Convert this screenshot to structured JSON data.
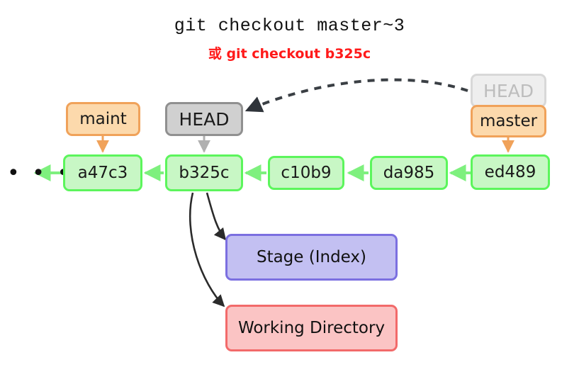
{
  "header": {
    "command": "git checkout master~3",
    "alt_command": "或 git checkout b325c"
  },
  "colors": {
    "commit_fill": "#c8f7c5",
    "commit_border": "#5cf55c",
    "branch_fill": "#fcd9ac",
    "branch_border": "#f0a25a",
    "head_fill": "#d0d0d0",
    "head_border": "#909090",
    "head_ghost_fill": "#eeeeee",
    "head_ghost_border": "#d8d8d8",
    "head_ghost_text": "#bdbdbd",
    "stage_fill": "#c3c0f2",
    "stage_border": "#7b6fe0",
    "workdir_fill": "#fbc4c4",
    "workdir_border": "#f26a6a",
    "alt_command_text": "#ff1a1a",
    "dashed_edge": "#3a3f44",
    "curve_edge": "#2b2b2b"
  },
  "diagram": {
    "ellipsis": "• • •",
    "commits": [
      {
        "id": "commit-a47c3",
        "label": "a47c3"
      },
      {
        "id": "commit-b325c",
        "label": "b325c"
      },
      {
        "id": "commit-c10b9",
        "label": "c10b9"
      },
      {
        "id": "commit-da985",
        "label": "da985"
      },
      {
        "id": "commit-ed489",
        "label": "ed489"
      }
    ],
    "refs": {
      "maint": "maint",
      "master": "master",
      "head_current": "HEAD",
      "head_previous": "HEAD"
    },
    "areas": {
      "stage": "Stage (Index)",
      "working_directory": "Working Directory"
    }
  }
}
